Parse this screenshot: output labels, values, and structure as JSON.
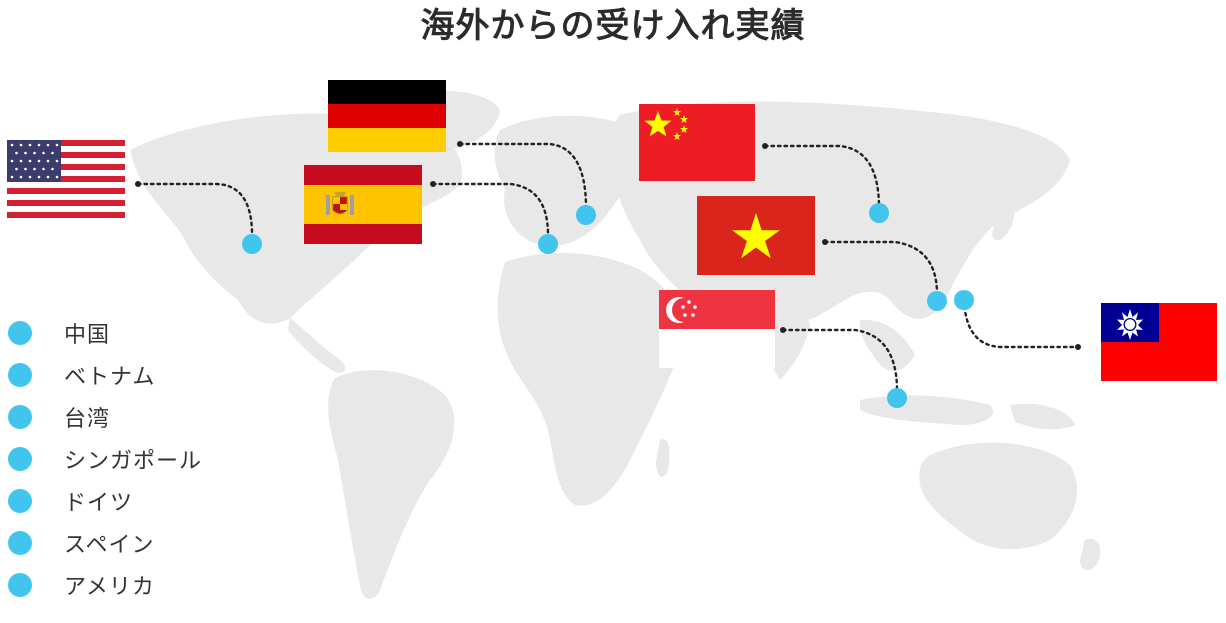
{
  "title": "海外からの受け入れ実績",
  "colors": {
    "marker": "#41c5ee",
    "map_land": "#e8e8e8",
    "connector": "#222222",
    "text": "#333333"
  },
  "legend": {
    "items": [
      {
        "label": "中国"
      },
      {
        "label": "ベトナム"
      },
      {
        "label": "台湾"
      },
      {
        "label": "シンガポール"
      },
      {
        "label": "ドイツ"
      },
      {
        "label": "スペイン"
      },
      {
        "label": "アメリカ"
      }
    ]
  },
  "flags": [
    "usa-flag",
    "germany-flag",
    "spain-flag",
    "china-flag",
    "vietnam-flag",
    "singapore-flag",
    "taiwan-flag"
  ]
}
